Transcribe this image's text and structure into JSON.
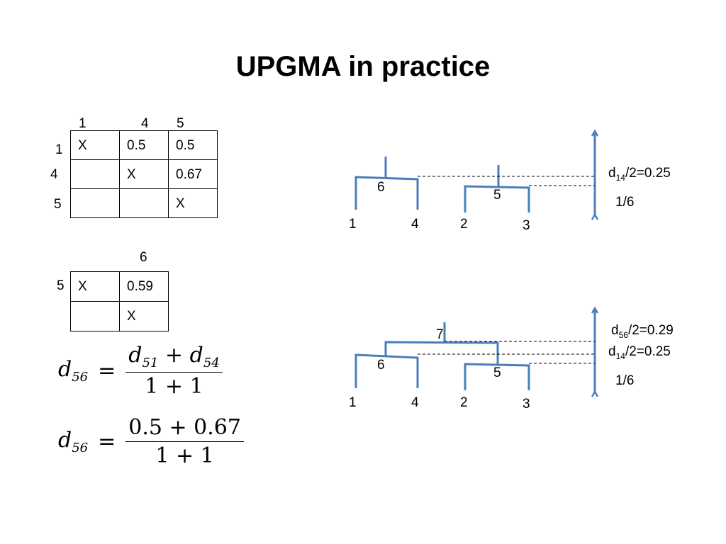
{
  "title": "UPGMA in practice",
  "matrix1": {
    "col_headers": [
      "1",
      "4",
      "5"
    ],
    "row_headers": [
      "1",
      "4",
      "5"
    ],
    "rows": [
      [
        "X",
        "0.5",
        "0.5"
      ],
      [
        "",
        "X",
        "0.67"
      ],
      [
        "",
        "",
        "X"
      ]
    ]
  },
  "matrix2": {
    "col_headers": [
      "6"
    ],
    "row_headers": [
      "5"
    ],
    "rows": [
      [
        "X",
        "0.59"
      ],
      [
        "",
        "X"
      ]
    ]
  },
  "formula1": {
    "lhs": "d",
    "lhs_sub": "56",
    "eq": "=",
    "num_a": "d",
    "num_a_sub": "51",
    "num_plus": " + ",
    "num_b": "d",
    "num_b_sub": "54",
    "den": "1 + 1"
  },
  "formula2": {
    "lhs": "d",
    "lhs_sub": "56",
    "eq": "=",
    "num": "0.5 + 0.67",
    "den": "1 + 1"
  },
  "tree1": {
    "leaves": [
      "1",
      "4",
      "2",
      "3"
    ],
    "nodes": [
      "6",
      "5"
    ],
    "ann_top_d": "d",
    "ann_top_sub": "14",
    "ann_top_rest": "/2=0.25",
    "ann_bottom": "1/6"
  },
  "tree2": {
    "leaves": [
      "1",
      "4",
      "2",
      "3"
    ],
    "nodes": [
      "6",
      "5",
      "7"
    ],
    "ann_top_d": "d",
    "ann_top_sub": "56",
    "ann_top_rest": "/2=0.29",
    "ann_mid_d": "d",
    "ann_mid_sub": "14",
    "ann_mid_rest": "/2=0.25",
    "ann_bottom": "1/6"
  },
  "colors": {
    "tree_line": "#4a7ebb",
    "dashed": "#000000"
  }
}
